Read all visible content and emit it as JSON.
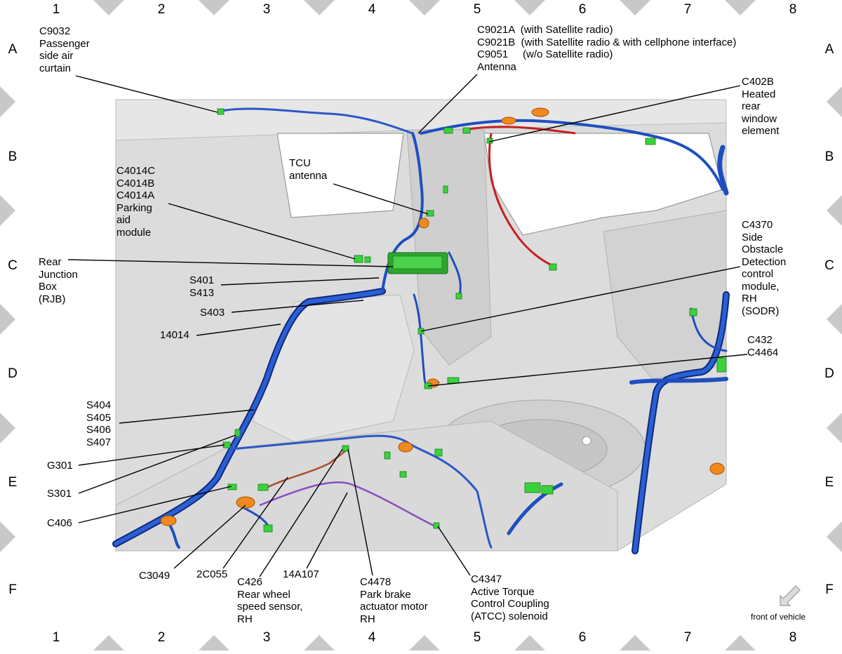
{
  "grid": {
    "columns": [
      "1",
      "2",
      "3",
      "4",
      "5",
      "6",
      "7",
      "8"
    ],
    "rows": [
      "A",
      "B",
      "C",
      "D",
      "E",
      "F"
    ]
  },
  "callouts": [
    {
      "id": "c9032",
      "lines": [
        "C9032",
        "Passenger",
        "side air",
        "curtain"
      ]
    },
    {
      "id": "c9021",
      "lines": [
        "C9021A  (with Satellite radio)",
        "C9021B  (with Satellite radio & with cellphone interface)",
        "C9051     (w/o Satellite radio)",
        "Antenna"
      ]
    },
    {
      "id": "c402b",
      "lines": [
        "C402B",
        "Heated",
        "rear",
        "window",
        "element"
      ]
    },
    {
      "id": "tcu",
      "lines": [
        "TCU",
        "antenna"
      ]
    },
    {
      "id": "c4014",
      "lines": [
        "C4014C",
        "C4014B",
        "C4014A",
        "Parking",
        "aid",
        "module"
      ]
    },
    {
      "id": "rjb",
      "lines": [
        "Rear",
        "Junction",
        "Box",
        "(RJB)"
      ]
    },
    {
      "id": "s401",
      "lines": [
        "S401",
        "S413"
      ]
    },
    {
      "id": "s403",
      "lines": [
        "S403"
      ]
    },
    {
      "id": "w14014",
      "lines": [
        "14014"
      ]
    },
    {
      "id": "c4370",
      "lines": [
        "C4370",
        "Side",
        "Obstacle",
        "Detection",
        "control",
        "module,",
        "RH",
        "(SODR)"
      ]
    },
    {
      "id": "c432",
      "lines": [
        "C432",
        "C4464"
      ]
    },
    {
      "id": "s404",
      "lines": [
        "S404",
        "S405",
        "S406",
        "S407"
      ]
    },
    {
      "id": "g301",
      "lines": [
        "G301"
      ]
    },
    {
      "id": "s301",
      "lines": [
        "S301"
      ]
    },
    {
      "id": "c406",
      "lines": [
        "C406"
      ]
    },
    {
      "id": "c3049",
      "lines": [
        "C3049"
      ]
    },
    {
      "id": "c2c055",
      "lines": [
        "2C055"
      ]
    },
    {
      "id": "c426",
      "lines": [
        "C426",
        "Rear wheel",
        "speed sensor,",
        "RH"
      ]
    },
    {
      "id": "w14a107",
      "lines": [
        "14A107"
      ]
    },
    {
      "id": "c4478",
      "lines": [
        "C4478",
        "Park brake",
        "actuator motor",
        "RH"
      ]
    },
    {
      "id": "c4347",
      "lines": [
        "C4347",
        "Active Torque",
        "Control Coupling",
        "(ATCC) solenoid"
      ]
    }
  ],
  "orientation": {
    "label": "front of vehicle",
    "arrow_icon": "front-arrow-icon"
  },
  "colors": {
    "harness_blue": "#1f4fbf",
    "harness_dark": "#0d2a7a",
    "connector_green": "#39d23a",
    "grommet_orange": "#f08a1e",
    "harness_red": "#c81e1e",
    "harness_purple": "#8a4fc0",
    "harness_brown": "#a8502a",
    "body_gray": "#d7d7d7",
    "frame_gray": "#c8c8c8"
  }
}
